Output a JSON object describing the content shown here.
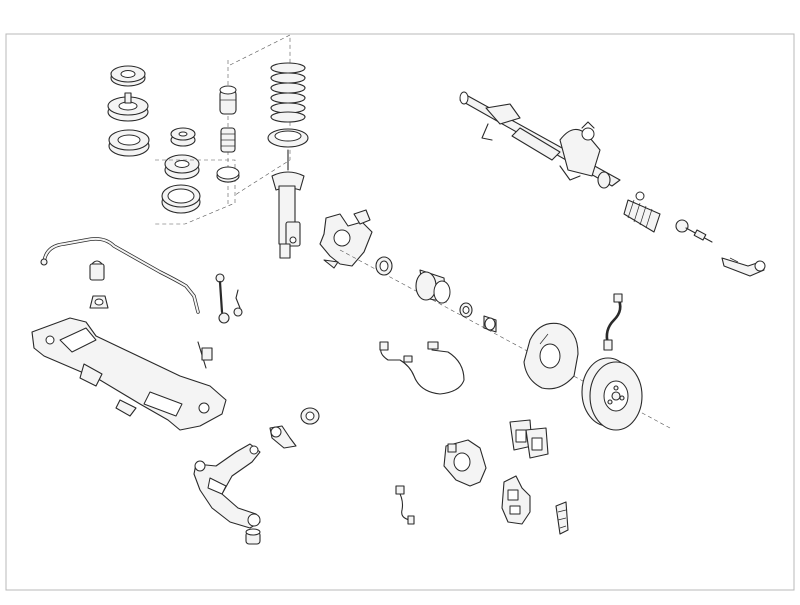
{
  "diagram": {
    "type": "exploded-parts-drawing",
    "subject": "front-suspension-and-steering-assembly",
    "colors": {
      "background": "#ffffff",
      "line": "#2a2a2a",
      "fill": "#f4f4f4",
      "frame": "#b8b8b8"
    },
    "parts": [
      "strut-mount-top",
      "strut-bearing",
      "spring-seat-upper",
      "strut-nut",
      "strut-mount-lower",
      "spring-pad",
      "bump-stop",
      "dust-boot",
      "coil-spring",
      "spring-seat",
      "shock-absorber",
      "steering-rack",
      "steering-boot",
      "inner-tie-rod",
      "tie-rod-end",
      "stabilizer-bar",
      "stabilizer-bushing",
      "stabilizer-link",
      "subframe",
      "steering-knuckle",
      "wheel-bearing",
      "wheel-hub",
      "hub-nut",
      "abs-sensor",
      "brake-hose",
      "brake-shield",
      "brake-disc",
      "control-arm",
      "control-arm-bushing",
      "brake-caliper",
      "brake-pads",
      "caliper-bracket",
      "pad-wear-sensor",
      "pad-clips"
    ]
  }
}
